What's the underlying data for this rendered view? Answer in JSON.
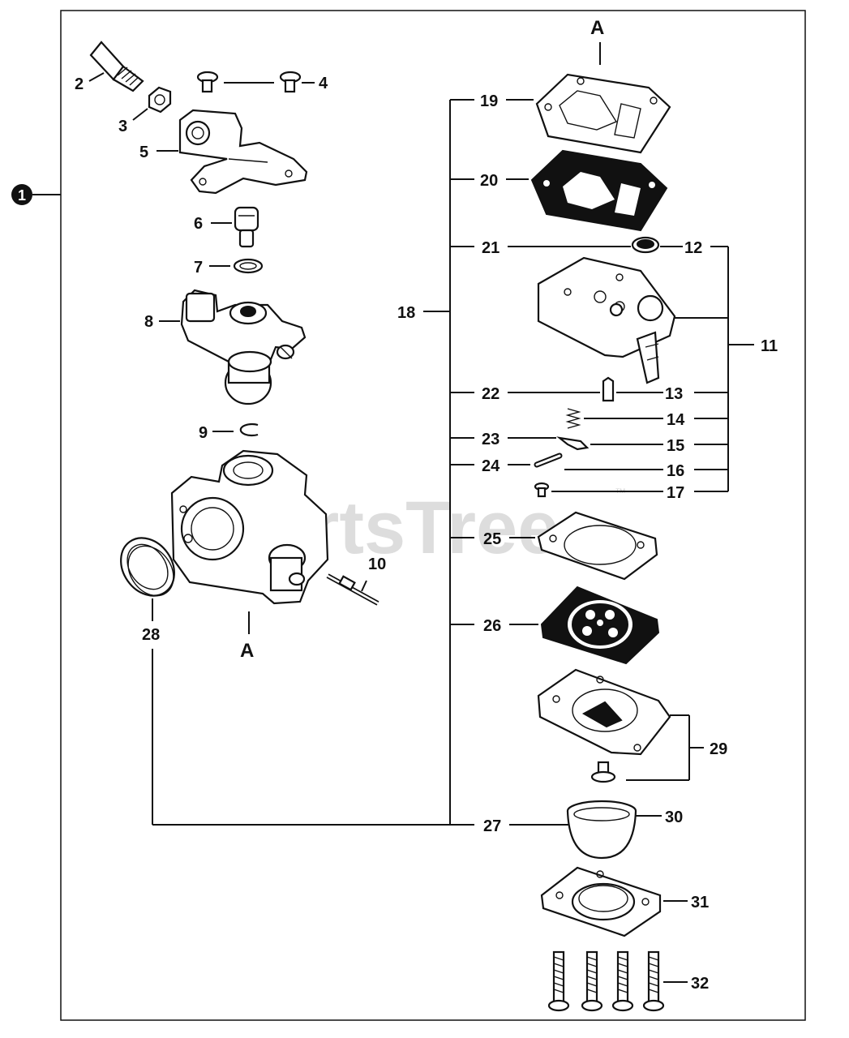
{
  "diagram": {
    "watermark": "PartsTree",
    "watermark_tm": "™",
    "section_marker": "A",
    "assembly_number": "1",
    "callouts": {
      "n2": "2",
      "n3": "3",
      "n4": "4",
      "n5": "5",
      "n6": "6",
      "n7": "7",
      "n8": "8",
      "n9": "9",
      "n10": "10",
      "n11": "11",
      "n12": "12",
      "n13": "13",
      "n14": "14",
      "n15": "15",
      "n16": "16",
      "n17": "17",
      "n18": "18",
      "n19": "19",
      "n20": "20",
      "n21": "21",
      "n22": "22",
      "n23": "23",
      "n24": "24",
      "n25": "25",
      "n26": "26",
      "n27": "27",
      "n28": "28",
      "n29": "29",
      "n30": "30",
      "n31": "31",
      "n32": "32"
    }
  }
}
